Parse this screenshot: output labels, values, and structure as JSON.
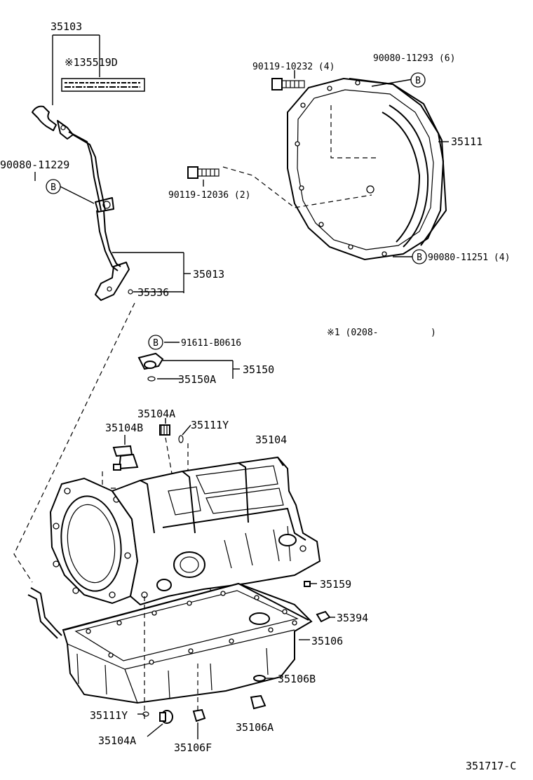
{
  "labels": {
    "l35103": "35103",
    "l135519D": "※135519D",
    "l90080_11229": "90080-11229",
    "l90119_10232": "90119-10232 (4)",
    "l90080_11293": "90080-11293 (6)",
    "l35111": "35111",
    "l90119_12036": "90119-12036 (2)",
    "l90080_11251": "90080-11251 (4)",
    "l35013": "35013",
    "l35336": "35336",
    "lnote1": "※1 (0208-",
    "lnote1_close": ")",
    "l91611_B0616": "91611-B0616",
    "l35150": "35150",
    "l35150A": "35150A",
    "l35104A_top": "35104A",
    "l35104B": "35104B",
    "l35111Y_top": "35111Y",
    "l35104": "35104",
    "l35159": "35159",
    "l35394": "35394",
    "l35106": "35106",
    "l35106B": "35106B",
    "l35111Y_bot": "35111Y",
    "l35106A": "35106A",
    "l35104A_bot": "35104A",
    "l35106F": "35106F",
    "l351717C": "351717-C",
    "circleB": "B"
  }
}
